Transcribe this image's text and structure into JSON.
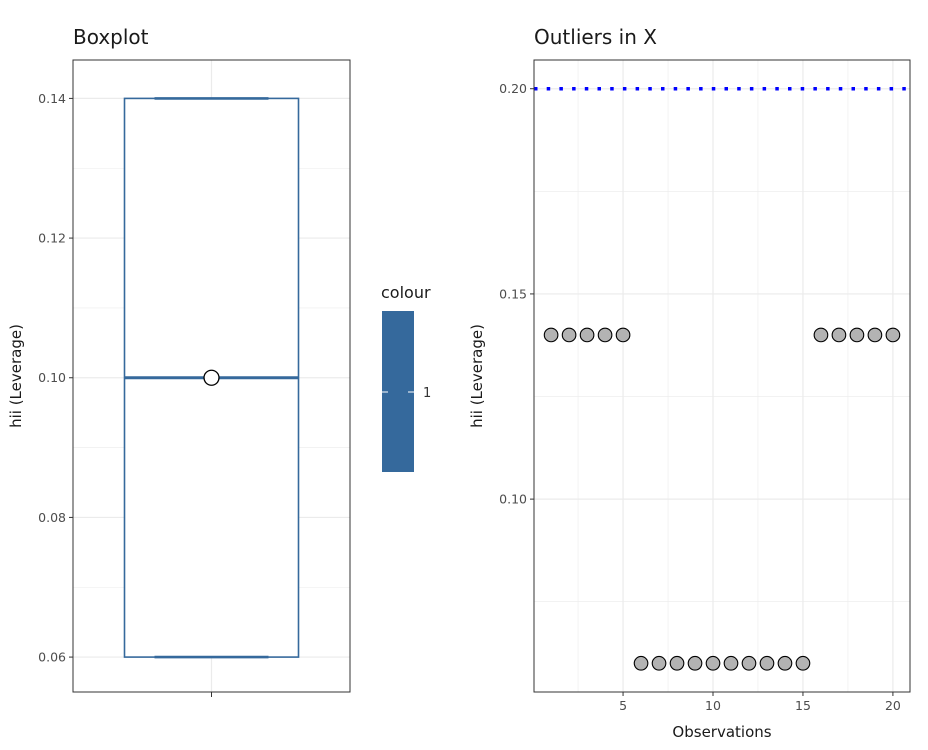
{
  "colors": {
    "box": "#35699C",
    "point_fill": "#B3B3B3",
    "threshold": "#0000FF",
    "grid": "#EBEBEB",
    "panel_border": "#333333"
  },
  "legend": {
    "title": "colour",
    "label": "1"
  },
  "chart_data": [
    {
      "type": "box",
      "title": "Boxplot",
      "xlabel": "",
      "ylabel": "hii (Leverage)",
      "ylim": [
        0.055,
        0.1455
      ],
      "yticks": [
        "0.06",
        "0.08",
        "0.10",
        "0.12",
        "0.14"
      ],
      "ytick_values": [
        0.06,
        0.08,
        0.1,
        0.12,
        0.14
      ],
      "grid": true,
      "box": {
        "min": 0.06,
        "q1": 0.06,
        "median": 0.1,
        "q3": 0.14,
        "max": 0.14,
        "mean": 0.1
      }
    },
    {
      "type": "scatter",
      "title": "Outliers in X",
      "xlabel": "Observations",
      "ylabel": "hii (Leverage)",
      "xlim": [
        0.05,
        20.95
      ],
      "ylim": [
        0.053,
        0.207
      ],
      "xticks": [
        "5",
        "10",
        "15",
        "20"
      ],
      "xtick_values": [
        5,
        10,
        15,
        20
      ],
      "yticks": [
        "0.10",
        "0.15",
        "0.20"
      ],
      "ytick_values": [
        0.1,
        0.15,
        0.2
      ],
      "grid": true,
      "threshold": 0.2,
      "x": [
        1,
        2,
        3,
        4,
        5,
        6,
        7,
        8,
        9,
        10,
        11,
        12,
        13,
        14,
        15,
        16,
        17,
        18,
        19,
        20
      ],
      "y": [
        0.14,
        0.14,
        0.14,
        0.14,
        0.14,
        0.06,
        0.06,
        0.06,
        0.06,
        0.06,
        0.06,
        0.06,
        0.06,
        0.06,
        0.06,
        0.14,
        0.14,
        0.14,
        0.14,
        0.14
      ]
    }
  ]
}
